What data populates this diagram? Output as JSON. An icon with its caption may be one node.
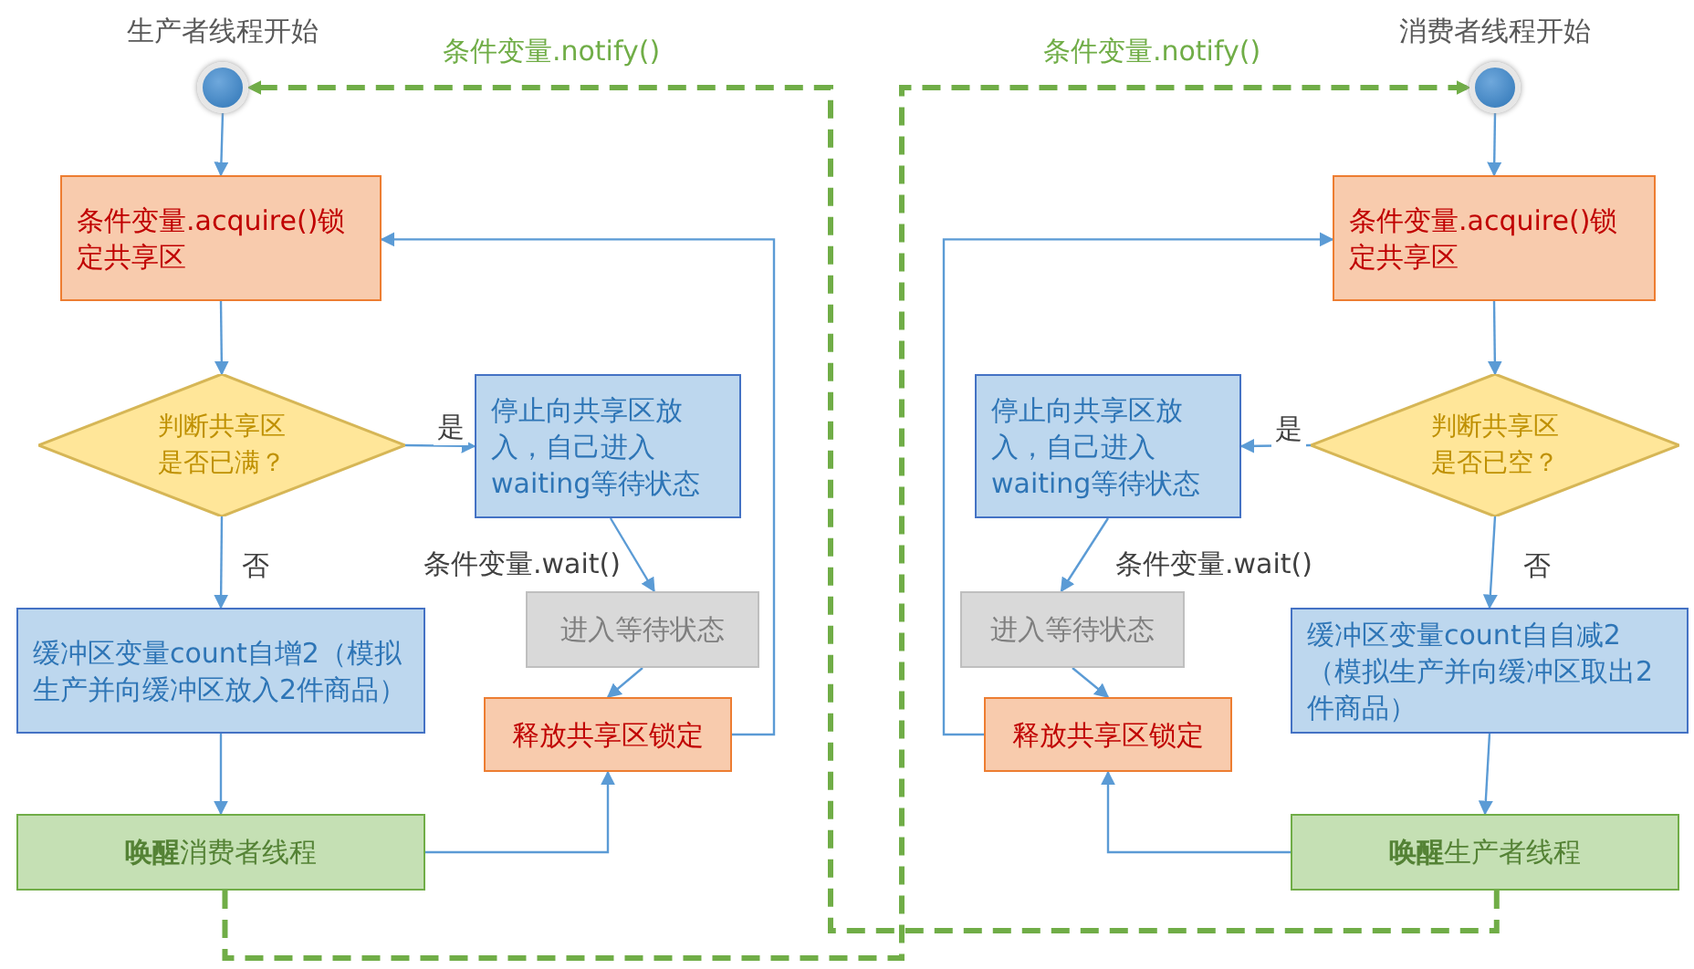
{
  "diagram": {
    "nodes": [
      {
        "text": [],
        "shape": "circle",
        "beside": [
          "生产者线程开始"
        ]
      },
      {
        "text": [
          "条件变量.acquire()锁定共享区"
        ]
      },
      {
        "text": [
          "判断共享区是否已满？"
        ]
      },
      {
        "text": [
          "停止向共享区放入，自己进入waiting等待状态"
        ]
      },
      {
        "text": [
          "进入等待状态"
        ]
      },
      {
        "text": [
          "释放共享区锁定"
        ]
      },
      {
        "text": [
          "缓冲区变量count自增2（模拟生产并向缓冲区放入2件商品）"
        ]
      },
      {
        "text": [
          "**唤醒**消费者线程"
        ]
      },
      {
        "text": [],
        "shape": "circle",
        "beside": [
          "消费者线程开始"
        ]
      },
      {
        "text": [
          "条件变量.acquire()锁定共享区"
        ]
      },
      {
        "text": [
          "判断共享区是否已空？"
        ]
      },
      {
        "text": [
          "停止向共享区放入，自己进入waiting等待状态"
        ]
      },
      {
        "text": [
          "进入等待状态"
        ]
      },
      {
        "text": [
          "释放共享区锁定"
        ]
      },
      {
        "text": [
          "缓冲区变量count自自减2（模拟生产并向缓冲区取出2件商品）"
        ]
      },
      {
        "text": [
          "**唤醒**生产者线程"
        ]
      }
    ],
    "edges": [
      {
        "from": 0,
        "to": 1,
        "arrow": "to"
      },
      {
        "from": 1,
        "to": 2,
        "arrow": "to"
      },
      {
        "from": 2,
        "to": 3,
        "arrow": "to",
        "label": "是"
      },
      {
        "from": 2,
        "to": 6,
        "arrow": "to",
        "label": "否"
      },
      {
        "from": 3,
        "to": 4,
        "arrow": "to",
        "label": "条件变量.wait()"
      },
      {
        "from": 4,
        "to": 5,
        "arrow": "to"
      },
      {
        "from": 5,
        "to": 1,
        "arrow": "to"
      },
      {
        "from": 6,
        "to": 7,
        "arrow": "to"
      },
      {
        "from": 7,
        "to": 5,
        "arrow": "to"
      },
      {
        "from": 7,
        "to": 8,
        "arrow": "to",
        "label": "条件变量.notify()",
        "style": "dashed",
        "color": "#70ad47"
      },
      {
        "from": 8,
        "to": 9,
        "arrow": "to"
      },
      {
        "from": 9,
        "to": 10,
        "arrow": "to"
      },
      {
        "from": 10,
        "to": 11,
        "arrow": "to",
        "label": "是"
      },
      {
        "from": 10,
        "to": 14,
        "arrow": "to",
        "label": "否"
      },
      {
        "from": 11,
        "to": 12,
        "arrow": "to",
        "label": "条件变量.wait()"
      },
      {
        "from": 12,
        "to": 13,
        "arrow": "to"
      },
      {
        "from": 13,
        "to": 9,
        "arrow": "to"
      },
      {
        "from": 14,
        "to": 15,
        "arrow": "to"
      },
      {
        "from": 15,
        "to": 13,
        "arrow": "to"
      },
      {
        "from": 15,
        "to": 0,
        "arrow": "to",
        "label": "条件变量.notify()",
        "style": "dashed",
        "color": "#70ad47"
      }
    ]
  }
}
